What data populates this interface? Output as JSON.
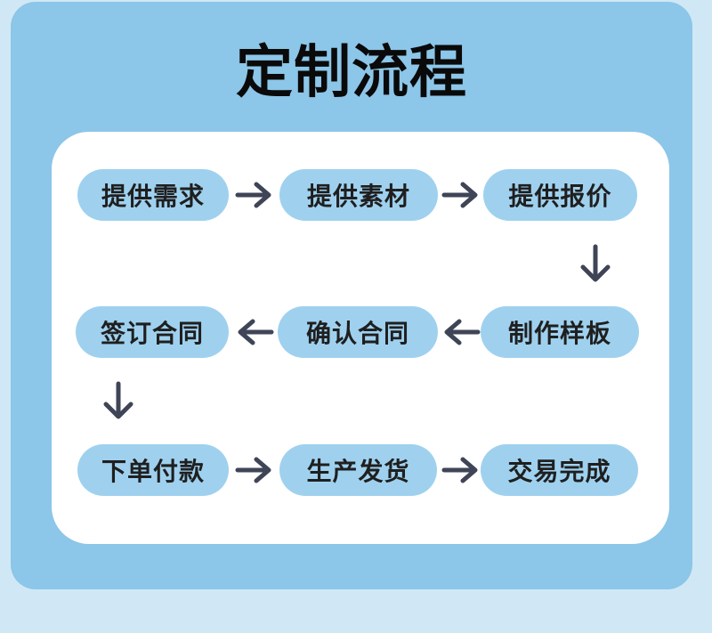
{
  "title": "定制流程",
  "colors": {
    "page_bg": "#d0e8f5",
    "panel_bg": "#8cc6e8",
    "card_bg": "#ffffff",
    "pill_bg": "#9fd1ef",
    "pill_text": "#1f1f1f",
    "title_text": "#0a0a0a",
    "arrow": "#3f4557"
  },
  "flow": {
    "rows": [
      {
        "steps": [
          "提供需求",
          "提供素材",
          "提供报价"
        ],
        "direction": "right"
      },
      {
        "steps": [
          "签订合同",
          "确认合同",
          "制作样板"
        ],
        "direction": "left"
      },
      {
        "steps": [
          "下单付款",
          "生产发货",
          "交易完成"
        ],
        "direction": "right"
      }
    ],
    "vertical_connectors": [
      {
        "from": "提供报价",
        "to": "制作样板",
        "direction": "down"
      },
      {
        "from": "签订合同",
        "to": "下单付款",
        "direction": "down"
      }
    ]
  }
}
